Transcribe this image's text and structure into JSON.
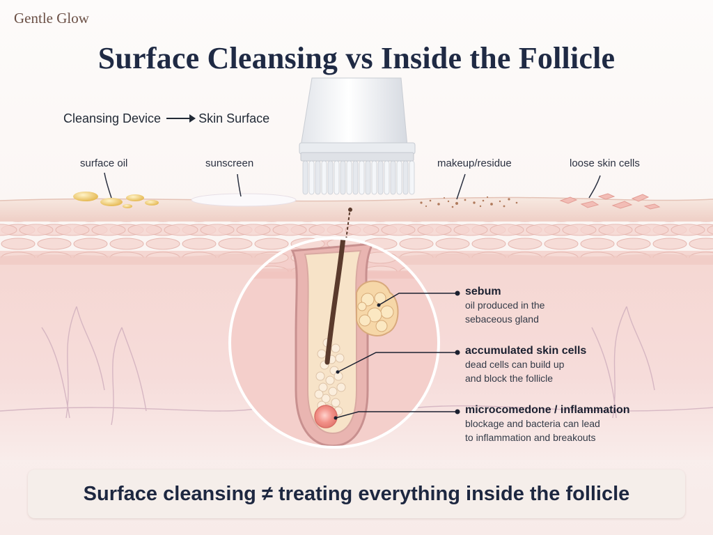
{
  "brand": "Gentle Glow",
  "title": "Surface Cleansing vs Inside the Follicle",
  "flow": {
    "from": "Cleansing Device",
    "to": "Skin Surface"
  },
  "surface_labels": {
    "oil": "surface oil",
    "sunscreen": "sunscreen",
    "makeup": "makeup/residue",
    "cells": "loose skin cells"
  },
  "callouts": [
    {
      "heading": "sebum",
      "lines": [
        "oil produced in the",
        "sebaceous gland"
      ]
    },
    {
      "heading": "accumulated skin cells",
      "lines": [
        "dead cells can build up",
        "and block the follicle"
      ]
    },
    {
      "heading": "microcomedone / inflammation",
      "lines": [
        "blockage and bacteria can lead",
        "to inflammation and breakouts"
      ]
    }
  ],
  "banner": "Surface cleansing ≠ treating everything inside the follicle",
  "colors": {
    "title": "#1f2a44",
    "skin_surface": "#f3dcd3",
    "dermis": "#f5d6d4",
    "follicle_outline": "#c8908f",
    "hair": "#5a3a2c",
    "sebum": "#f2dcae",
    "inflammation": "#f08f88"
  }
}
